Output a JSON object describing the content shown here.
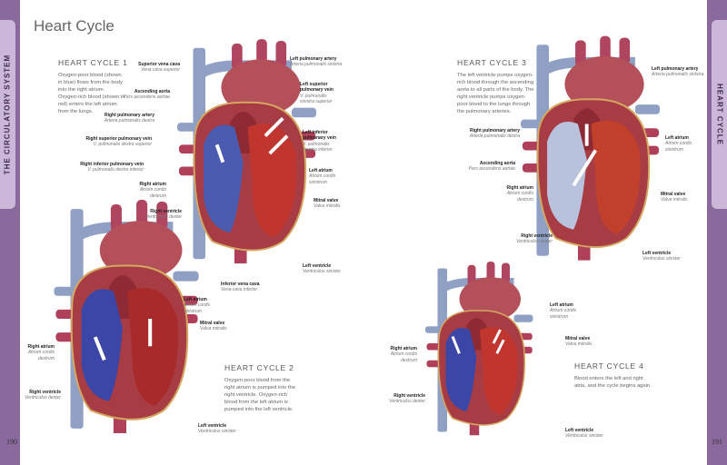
{
  "page": {
    "title": "Heart Cycle",
    "side_tab_left": "THE CIRCULATORY SYSTEM",
    "side_tab_right": "HEART CYCLE",
    "page_left": "190",
    "page_right": "191"
  },
  "colors": {
    "band": "#8a6a9e",
    "tab": "#cbb8d8",
    "oxygen_poor": "#4a5bb0",
    "oxygen_rich": "#b8302c"
  },
  "sections": [
    {
      "heading": "HEART CYCLE 1",
      "body": "Oxygen-poor blood (shown in blue) flows from the body into the right atrium. Oxygen-rich blood (shown in red) enters the left atrium from the lungs."
    },
    {
      "heading": "HEART CYCLE 2",
      "body": "Oxygen-poor blood from the right atrium is pumped into the right ventricle. Oxygen-rich blood from the left atrium is pumped into the left ventricle."
    },
    {
      "heading": "HEART CYCLE 3",
      "body": "The left ventricle pumps oxygen-rich blood through the ascending aorta to all parts of the body. The right ventricle pumps oxygen-poor blood to the lungs through the pulmonary arteries."
    },
    {
      "heading": "HEART CYCLE 4",
      "body": "Blood enters the left and right atria, and the cycle begins again."
    }
  ],
  "labels": [
    {
      "name": "Superior vena cava",
      "latin": "Vena cava superior"
    },
    {
      "name": "Ascending aorta",
      "latin": "Pars ascendens aortae"
    },
    {
      "name": "Right pulmonary artery",
      "latin": "Arteria pulmonalis dextra"
    },
    {
      "name": "Right superior pulmonary vein",
      "latin": "V. pulmonalis dextra superior"
    },
    {
      "name": "Right inferior pulmonary vein",
      "latin": "V. pulmonalis dextra inferior"
    },
    {
      "name": "Right atrium",
      "latin": "Atrium cordis\ndextrum"
    },
    {
      "name": "Right ventricle",
      "latin": "Ventriculus dexter"
    },
    {
      "name": "Left pulmonary artery",
      "latin": "Arteria pulmonalis sinistra"
    },
    {
      "name": "Left superior\npulmonary vein",
      "latin": "V. pulmonalis\nsinistra superior"
    },
    {
      "name": "Left inferior\npulmonary vein",
      "latin": "V. pulmonalis\nsinistra inferior"
    },
    {
      "name": "Left atrium",
      "latin": "Atrium cordis\nsinistrum"
    },
    {
      "name": "Mitral valve",
      "latin": "Valva mitralis"
    },
    {
      "name": "Left ventricle",
      "latin": "Ventriculus sinister"
    },
    {
      "name": "Inferior vena cava",
      "latin": "Vena cava inferior"
    },
    {
      "name": "Left atrium",
      "latin": "Atrium cordis\nsinistrum"
    },
    {
      "name": "Mitral valve",
      "latin": "Valva mitralis"
    },
    {
      "name": "Right atrium",
      "latin": "Atrium cordis\ndextrum"
    },
    {
      "name": "Right ventricle",
      "latin": "Ventriculus dexter"
    },
    {
      "name": "Left ventricle",
      "latin": "Ventriculus sinister"
    },
    {
      "name": "Left pulmonary artery",
      "latin": "Arteria pulmonalis sinistra"
    },
    {
      "name": "Right pulmonary artery",
      "latin": "Arteria pulmonalis dextra"
    },
    {
      "name": "Ascending aorta",
      "latin": "Pars ascendens aortae"
    },
    {
      "name": "Right atrium",
      "latin": "Atrium cordis\ndextrum"
    },
    {
      "name": "Right ventricle",
      "latin": "Ventriculus dexter"
    },
    {
      "name": "Left atrium",
      "latin": "Atrium cordis\nsinistrum"
    },
    {
      "name": "Mitral valve",
      "latin": "Valva mitralis"
    },
    {
      "name": "Left ventricle",
      "latin": "Ventriculus sinister"
    },
    {
      "name": "Left atrium",
      "latin": "Atrium cordis\nsinistrum"
    },
    {
      "name": "Mitral valve",
      "latin": "Valva mitralis"
    },
    {
      "name": "Right atrium",
      "latin": "Atrium cordis\ndextrum"
    },
    {
      "name": "Right ventricle",
      "latin": "Ventriculus dexter"
    },
    {
      "name": "Left ventricle",
      "latin": "Ventriculus sinister"
    }
  ]
}
